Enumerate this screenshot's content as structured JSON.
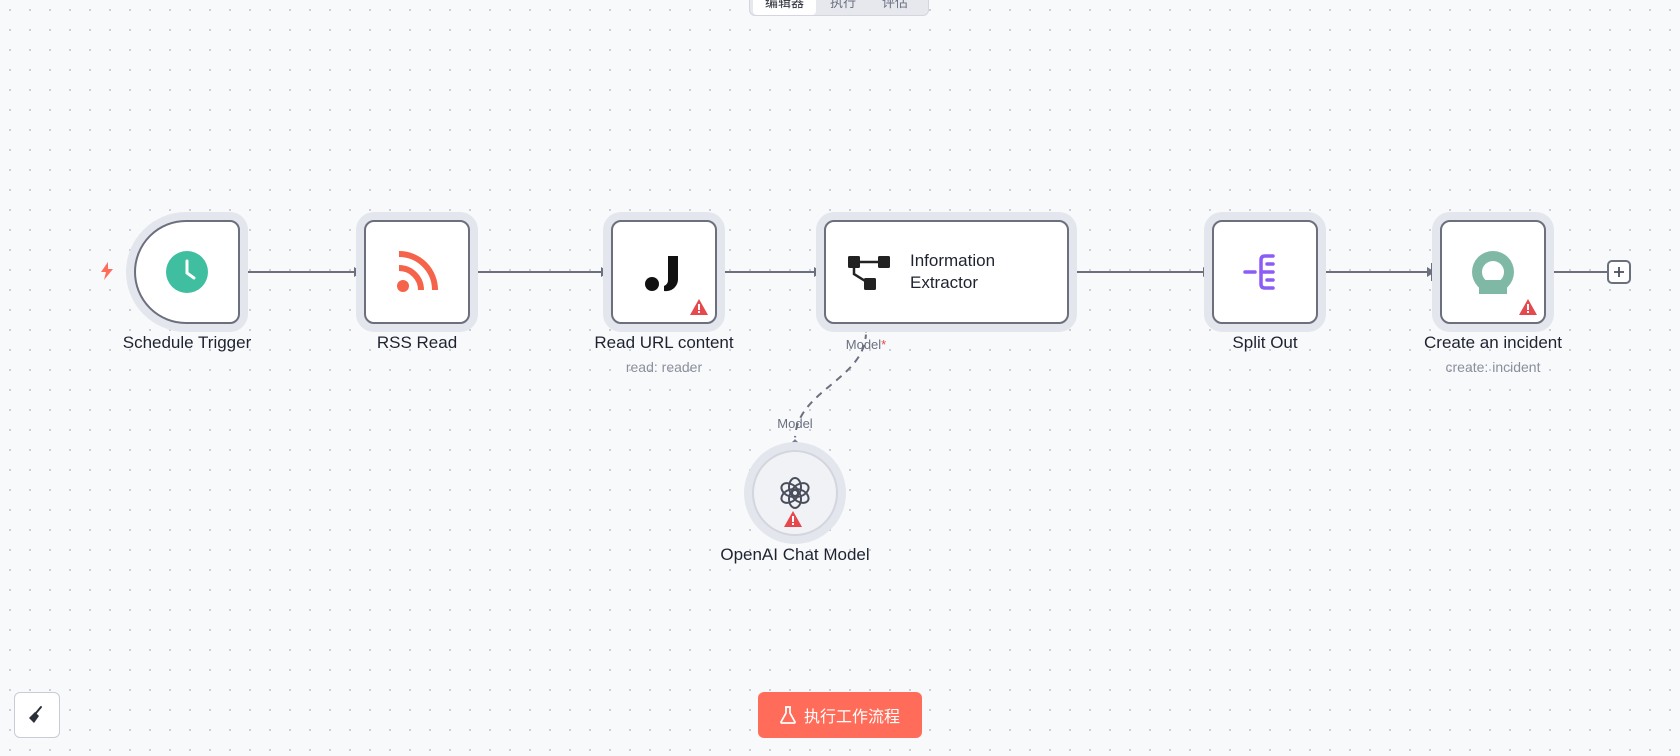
{
  "tabs": [
    {
      "label": "编辑器",
      "active": true
    },
    {
      "label": "执行",
      "active": false
    },
    {
      "label": "评估",
      "active": false
    }
  ],
  "nodes": {
    "schedule_trigger": {
      "label": "Schedule Trigger",
      "icon": "clock-icon",
      "color": "#3fbf9f"
    },
    "rss_read": {
      "label": "RSS Read",
      "icon": "rss-icon",
      "color": "#f5634a"
    },
    "read_url": {
      "label": "Read URL content",
      "sublabel": "read: reader",
      "icon": "jina-icon",
      "warning": true
    },
    "info_extractor": {
      "label_line1": "Information",
      "label_line2": "Extractor",
      "icon": "extractor-icon",
      "input_label": "Model",
      "required": "*"
    },
    "split_out": {
      "label": "Split Out",
      "icon": "split-out-icon",
      "color": "#8b5cf6"
    },
    "create_incident": {
      "label": "Create an incident",
      "sublabel": "create: incident",
      "icon": "incident-icon",
      "color": "#7fb9a6",
      "warning": true
    },
    "openai_chat_model": {
      "label": "OpenAI Chat Model",
      "handle_label": "Model",
      "icon": "openai-icon",
      "warning": true
    }
  },
  "run_button": {
    "label": "执行工作流程",
    "icon": "flask-icon"
  },
  "colors": {
    "accent": "#ff6d5a",
    "warning": "#e5484d",
    "edge": "#6b6f7e"
  }
}
